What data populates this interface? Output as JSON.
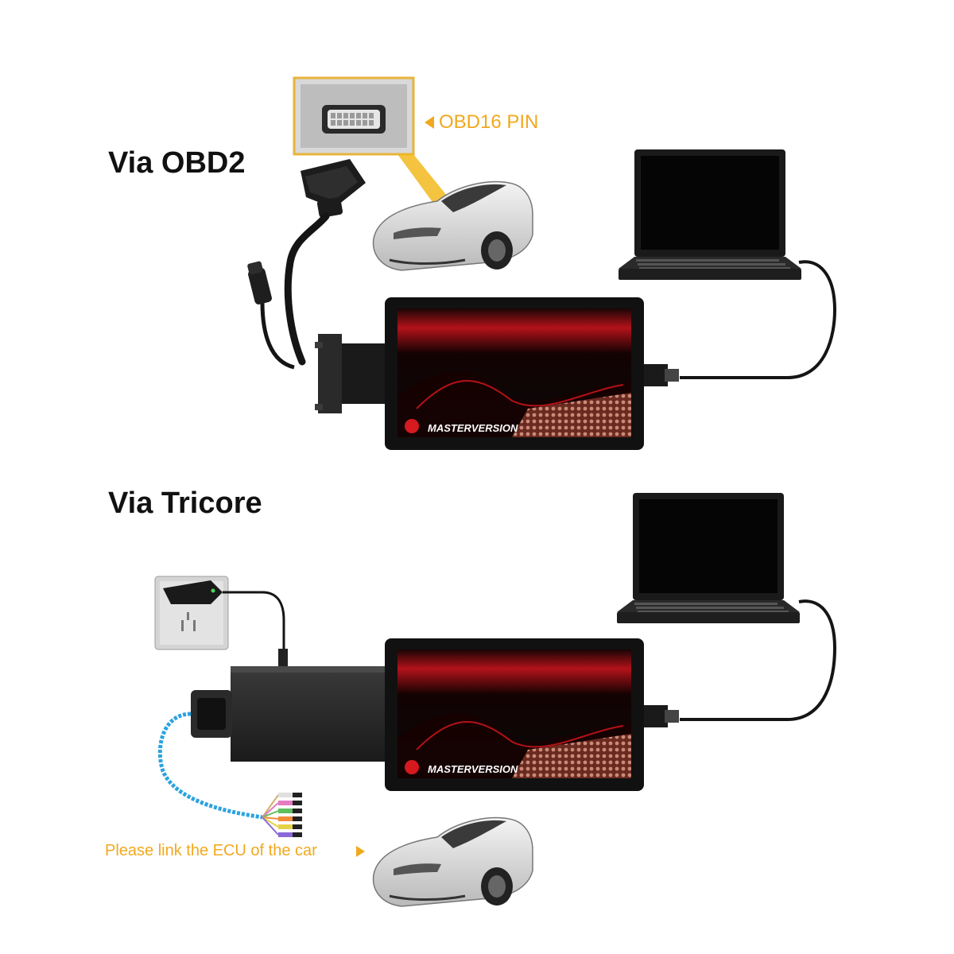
{
  "sections": [
    {
      "title": "Via OBD2"
    },
    {
      "title": "Via Tricore"
    }
  ],
  "callouts": {
    "obd_pin": "OBD16 PIN",
    "ecu_link": "Please link the ECU of the car"
  },
  "device": {
    "brand_label": "MASTERVERSION"
  },
  "colors": {
    "callout": "#f2a81d",
    "device_body": "#111111",
    "device_accent": "#c0141a",
    "tricore_cable": "#2aa3e0"
  },
  "icons": [
    "obd-connector-icon",
    "car-icon",
    "laptop-icon",
    "power-socket-icon",
    "power-adapter-icon",
    "tricore-box-icon",
    "ecu-probe-icon"
  ]
}
